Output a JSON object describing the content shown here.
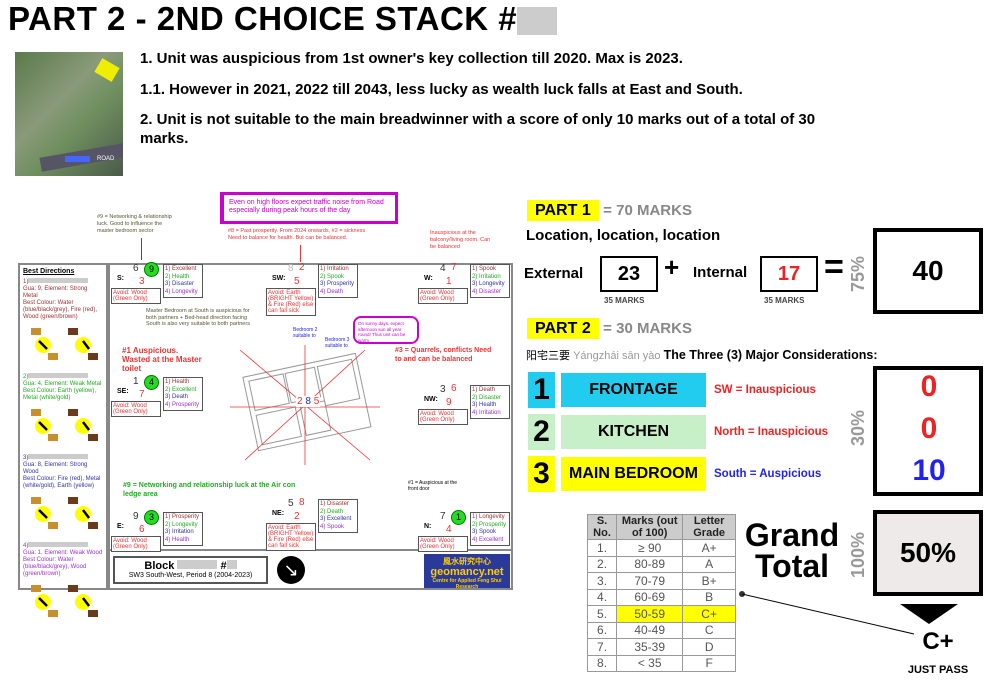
{
  "title": "PART 2 - 2ND CHOICE  STACK #",
  "notes": [
    "1. Unit was auspicious from 1st owner's key collection till 2020. Max is 2023.",
    "1.1. However in 2021, 2022 till 2043, less lucky as wealth luck falls at East and South.",
    "2. Unit is not suitable to the main breadwinner with a score of only 10 marks out of a total of 30 marks."
  ],
  "photo_label": "ROAD",
  "best_directions": {
    "heading": "Best Directions",
    "items": [
      {
        "n": "1)",
        "gua": "Gua: 9, Element: Strong Metal",
        "colour": "Best Colour: Water (blue/black/grey), Fire (red), Wood (green/brown)",
        "color": "#993333"
      },
      {
        "n": "2)",
        "gua": "Gua: 4, Element: Weak Metal",
        "colour": "Best Colour: Earth (yellow), Metal (white/gold)",
        "color": "#22aa22"
      },
      {
        "n": "3)",
        "gua": "Gua: 8, Element: Strong Wood",
        "colour": "Best Colour: Fire (red), Metal (white/gold), Earth (yellow)",
        "color": "#3333aa"
      },
      {
        "n": "4)",
        "gua": "Gua: 1, Element: Weak Wood",
        "colour": "Best Colour: Water (blue/black/grey), Wood (green/brown)",
        "color": "#9933cc"
      }
    ]
  },
  "traffic_note": "Even on high floors expect traffic noise from         Road especially during peak hours of the day",
  "annotations": {
    "s9": "#9 = Networking & relationship luck. Good to influence the master bedroom sector",
    "sw8": "#8 = Past prosperity. From 2024 onwards, #2 = sickness Need to balance for health. But can be balanced.",
    "w": "Inauspicious at the balcony/living room. Can be balanced",
    "master": "Master Bedroom at South is auspicious for both partners + Bed-head direction facing South is also very suitable to both partners",
    "se1": "#1 Auspicious. Wasted at the Master toilet",
    "bed2": "Bedroom 2 suitable to",
    "bed3": "Bedroom 3 suitable to",
    "sun": "On sunny days, expect afternoon sun all year round! Thus unit can be warm",
    "nw3": "#3 = Quarrels, conflicts Need to and can be balanced",
    "e9": "#9 = Networking and relationship luck at the Air con ledge area",
    "n1": "#1 = Auspicious at the front door",
    "center": [
      "2",
      "8",
      "5"
    ]
  },
  "sectors": [
    {
      "dir": "S:",
      "a": "6",
      "b": "9",
      "c": "3",
      "avoid": "Avoid: Wood (Green Only)",
      "q": [
        "1) Excellent",
        "2) Health",
        "3) Disaster",
        "4) Longevity"
      ]
    },
    {
      "dir": "SW:",
      "a": "8",
      "b": "2",
      "c": "5",
      "avoid": "Avoid: Earth (BRIGHT Yellow) & Fire (Red) else can fall sick",
      "q": [
        "1) Irritation",
        "2) Spook",
        "3) Prosperity",
        "4) Death"
      ]
    },
    {
      "dir": "W:",
      "a": "4",
      "b": "7",
      "c": "1",
      "avoid": "Avoid: Wood (Green Only)",
      "q": [
        "1) Spook",
        "2) Irritation",
        "3) Longevity",
        "4) Disaster"
      ]
    },
    {
      "dir": "SE:",
      "a": "1",
      "b": "4",
      "c": "7",
      "avoid": "Avoid: Wood (Green Only)",
      "q": [
        "1) Health",
        "2) Excellent",
        "3) Death",
        "4) Prosperity"
      ]
    },
    {
      "dir": "NW:",
      "a": "3",
      "b": "6",
      "c": "9",
      "avoid": "Avoid: Wood (Green Only)",
      "q": [
        "1) Death",
        "2) Disaster",
        "3) Health",
        "4) Irritation"
      ]
    },
    {
      "dir": "E:",
      "a": "9",
      "b": "3",
      "c": "6",
      "avoid": "Avoid: Wood (Green Only)",
      "q": [
        "1) Prosperity",
        "2) Longevity",
        "3) Irritation",
        "4) Health"
      ]
    },
    {
      "dir": "NE:",
      "a": "5",
      "b": "8",
      "c": "2",
      "avoid": "Avoid: Earth (BRIGHT Yellow) & Fire (Red) else can fall sick",
      "q": [
        "1) Disaster",
        "2) Death",
        "3) Excellent",
        "4) Spook"
      ]
    },
    {
      "dir": "N:",
      "a": "7",
      "b": "1",
      "c": "4",
      "avoid": "Avoid: Wood (Green Only)",
      "q": [
        "1) Longevity",
        "2) Prosperity",
        "3) Spook",
        "4) Excellent"
      ]
    }
  ],
  "block": {
    "label": "Block",
    "hash": "#",
    "period": "SW3 South-West, Period 8 (2004-2023)"
  },
  "logo": {
    "name": "geomancy.net",
    "tagline": "Centre for Applied Feng Shui Research",
    "chinese": "風水研究中心"
  },
  "part1": {
    "badge": "PART 1",
    "marks": "= 70 MARKS",
    "subtitle": "Location, location, location",
    "external_label": "External",
    "external": "23",
    "external_max": "35 MARKS",
    "plus": "+",
    "internal_label": "Internal",
    "internal": "17",
    "internal_max": "35 MARKS",
    "equals": "=",
    "weight": "75%",
    "total": "40"
  },
  "part2": {
    "badge": "PART 2",
    "marks": "= 30 MARKS",
    "chinese": "阳宅三要",
    "pinyin": "Yángzhái sān yào",
    "heading": "The Three (3) Major Considerations:",
    "weight": "30%",
    "items": [
      {
        "num": "1",
        "label": "FRONTAGE",
        "note": "SW = Inauspicious",
        "score": "0",
        "tile": "#22ccee",
        "note_color": "#ee2222",
        "score_color": "#ee2222"
      },
      {
        "num": "2",
        "label": "KITCHEN",
        "note": "North = Inauspicious",
        "score": "0",
        "tile": "#c8f0c8",
        "note_color": "#ee2222",
        "score_color": "#ee2222"
      },
      {
        "num": "3",
        "label": "MAIN BEDROOM",
        "note": "South = Auspicious",
        "score": "10",
        "tile": "#ffff00",
        "note_color": "#2222ee",
        "score_color": "#2222ee"
      }
    ]
  },
  "grade_table": {
    "headers": [
      "S. No.",
      "Marks (out of 100)",
      "Letter Grade"
    ],
    "rows": [
      [
        "1.",
        "≥ 90",
        "A+"
      ],
      [
        "2.",
        "80-89",
        "A"
      ],
      [
        "3.",
        "70-79",
        "B+"
      ],
      [
        "4.",
        "60-69",
        "B"
      ],
      [
        "5.",
        "50-59",
        "C+"
      ],
      [
        "6.",
        "40-49",
        "C"
      ],
      [
        "7.",
        "35-39",
        "D"
      ],
      [
        "8.",
        "< 35",
        "F"
      ]
    ],
    "highlight_row": 5
  },
  "grand_total": {
    "label1": "Grand",
    "label2": "Total",
    "weight": "100%",
    "value": "50%",
    "grade": "C+",
    "verdict": "JUST PASS"
  }
}
